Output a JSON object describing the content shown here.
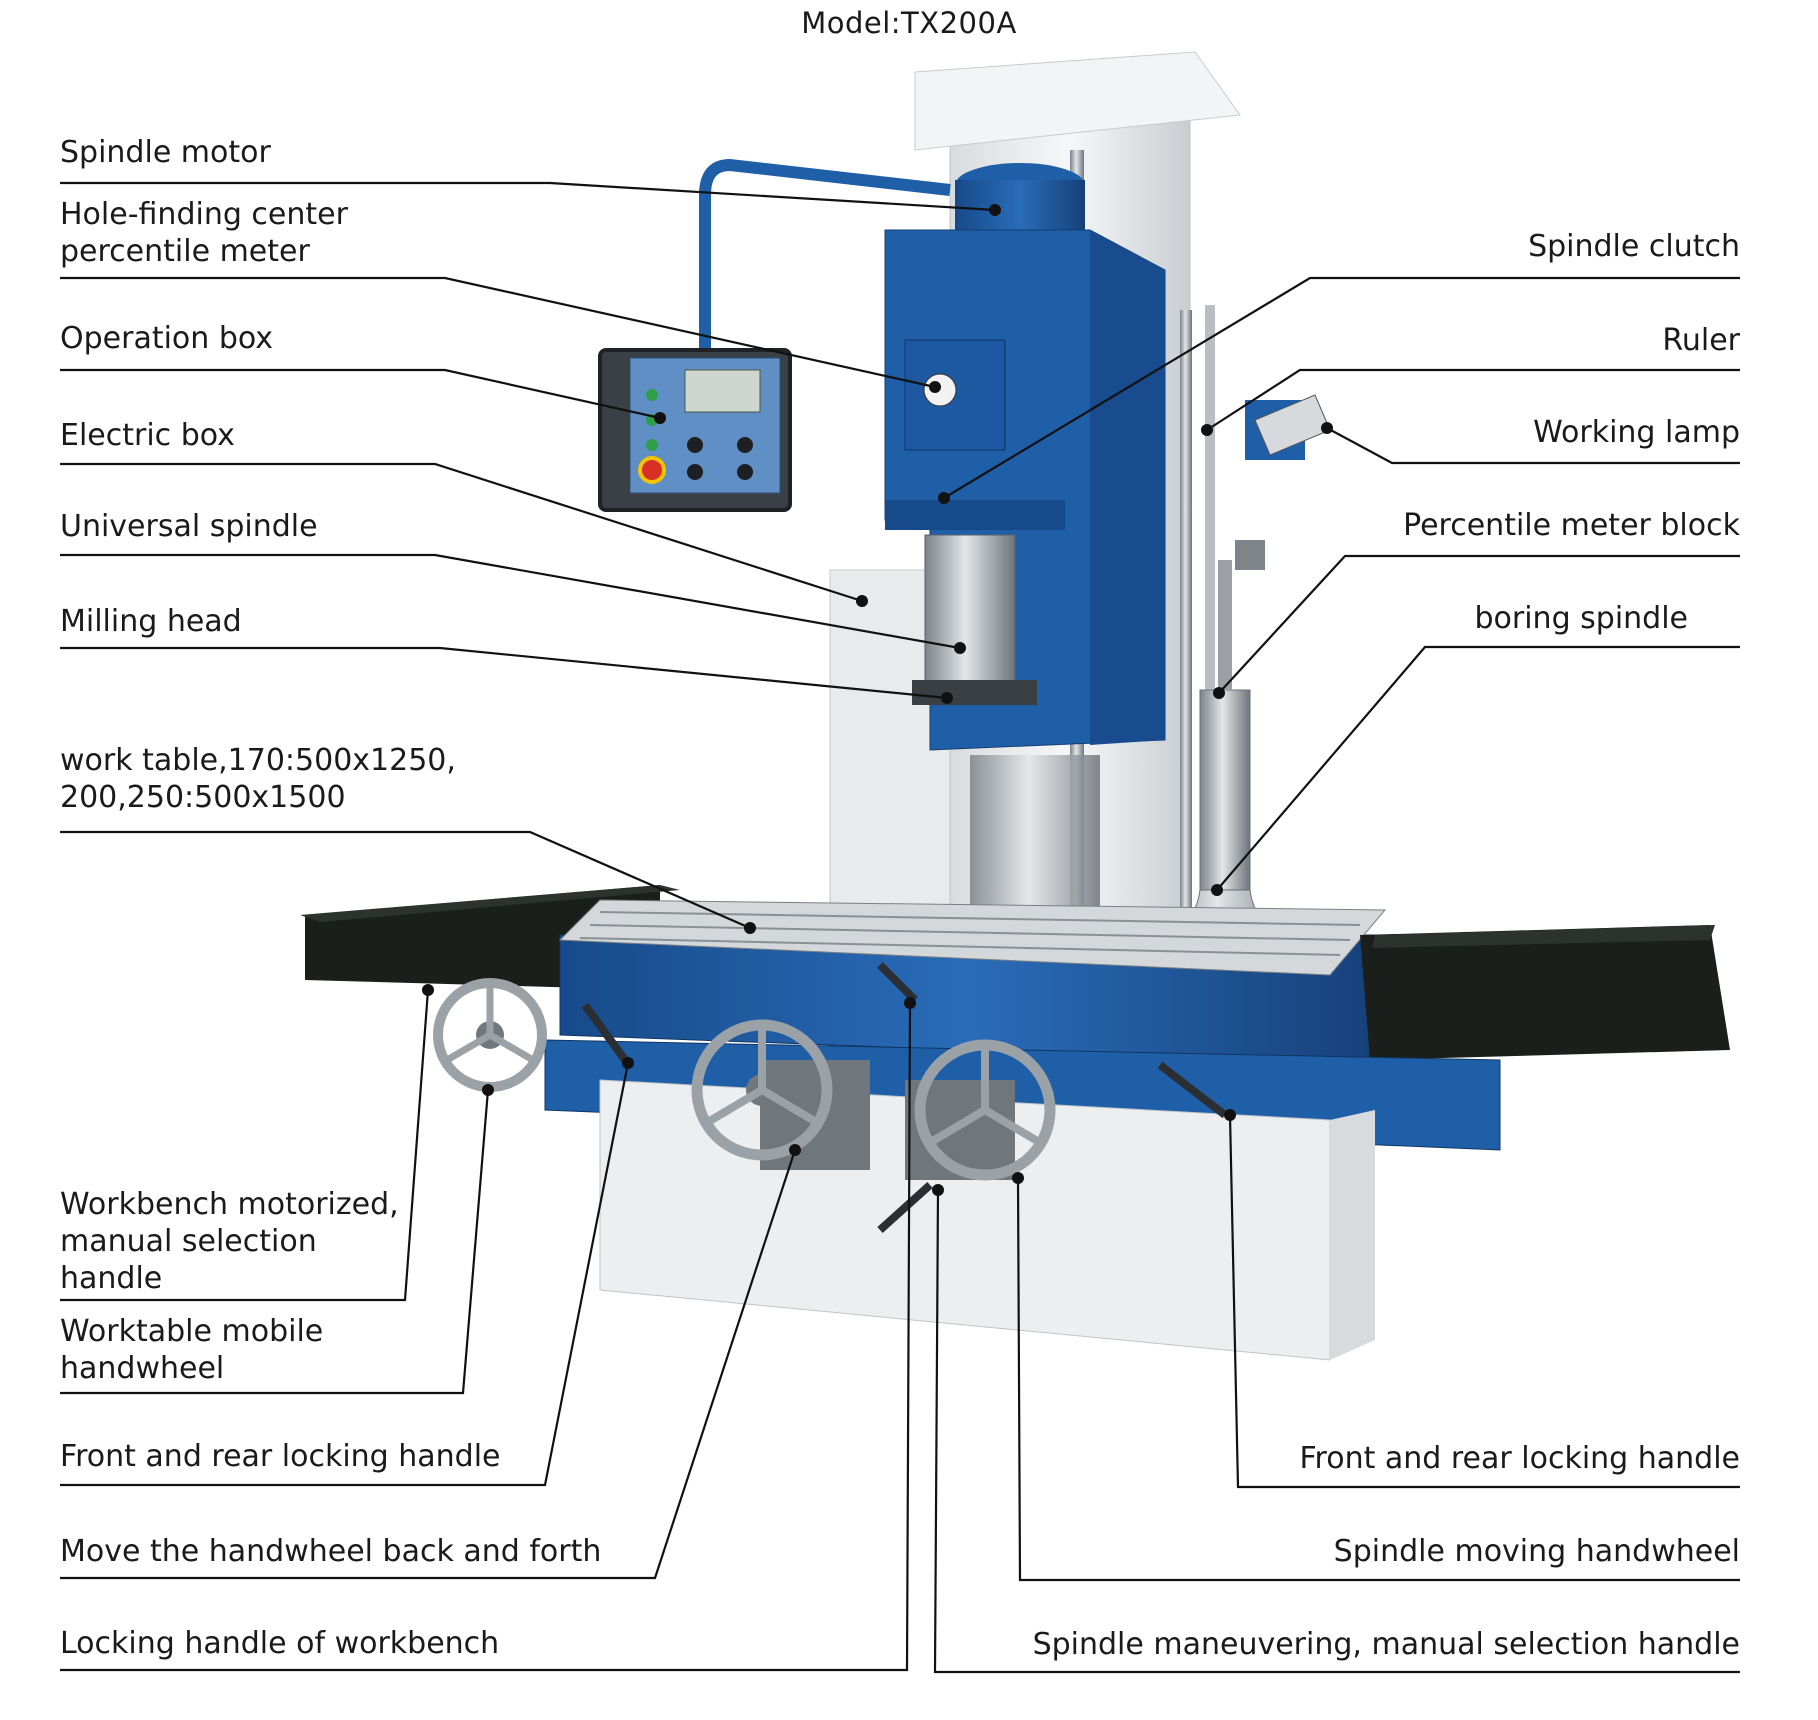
{
  "title": "Model:TX200A",
  "labels": {
    "spindle_motor": "Spindle motor",
    "hole_finding": "Hole-finding center\npercentile meter",
    "operation_box": "Operation box",
    "electric_box": "Electric box",
    "universal_spindle": "Universal spindle",
    "milling_head": "Milling head",
    "work_table": "work table,170:500x1250,\n200,250:500x1500",
    "workbench_selection": "Workbench motorized,\n manual selection\nhandle",
    "worktable_handwheel": "Worktable mobile\nhandwheel",
    "front_rear_locking_left": "Front and rear locking handle",
    "move_handwheel": "Move the handwheel back and forth",
    "locking_workbench": "Locking handle of workbench",
    "spindle_clutch": "Spindle clutch",
    "ruler": "Ruler",
    "working_lamp": "Working lamp",
    "percentile_block": "Percentile meter block",
    "boring_spindle": "boring spindle",
    "front_rear_locking_right": "Front and rear locking handle",
    "spindle_moving_handwheel": "Spindle moving handwheel",
    "spindle_maneuvering": "Spindle maneuvering, manual selection handle"
  },
  "colors": {
    "machine_blue": "#1f5fa8",
    "machine_dark_blue": "#163f78",
    "base_white": "#eceef0",
    "table_black": "#1b1f1c",
    "leader_line": "#111111"
  }
}
